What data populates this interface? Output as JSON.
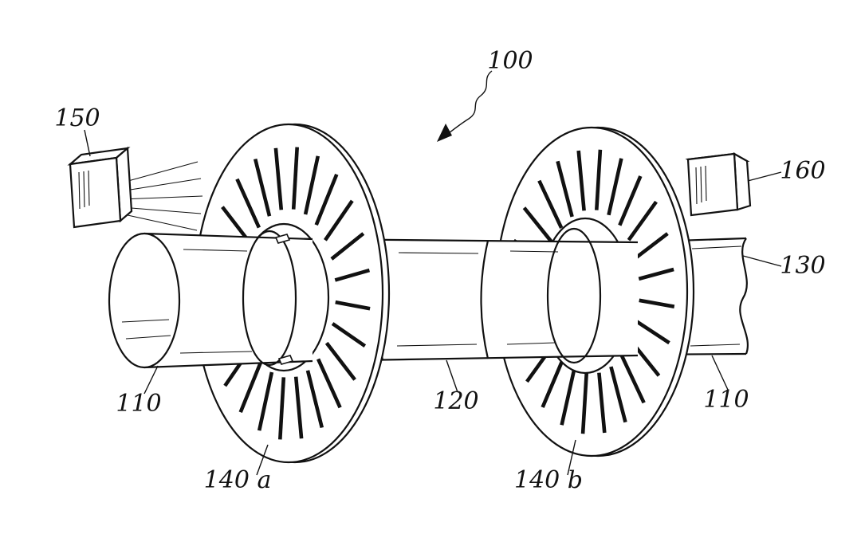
{
  "figure": {
    "kind": "patent-line-drawing",
    "description": "Shaft assembly with two radially-slotted encoder disks and two optical sensor blocks",
    "background_color": "#ffffff",
    "ink_color": "#111111",
    "callouts": {
      "assembly": {
        "text": "100"
      },
      "sensor_left": {
        "text": "150"
      },
      "sensor_right": {
        "text": "160"
      },
      "shaft_end_left": {
        "text": "110"
      },
      "shaft_middle": {
        "text": "120"
      },
      "shaft_right": {
        "text": "130"
      },
      "shaft_end_right": {
        "text": "110"
      },
      "disk_left": {
        "text": "140 a"
      },
      "disk_right": {
        "text": "140 b"
      }
    }
  }
}
